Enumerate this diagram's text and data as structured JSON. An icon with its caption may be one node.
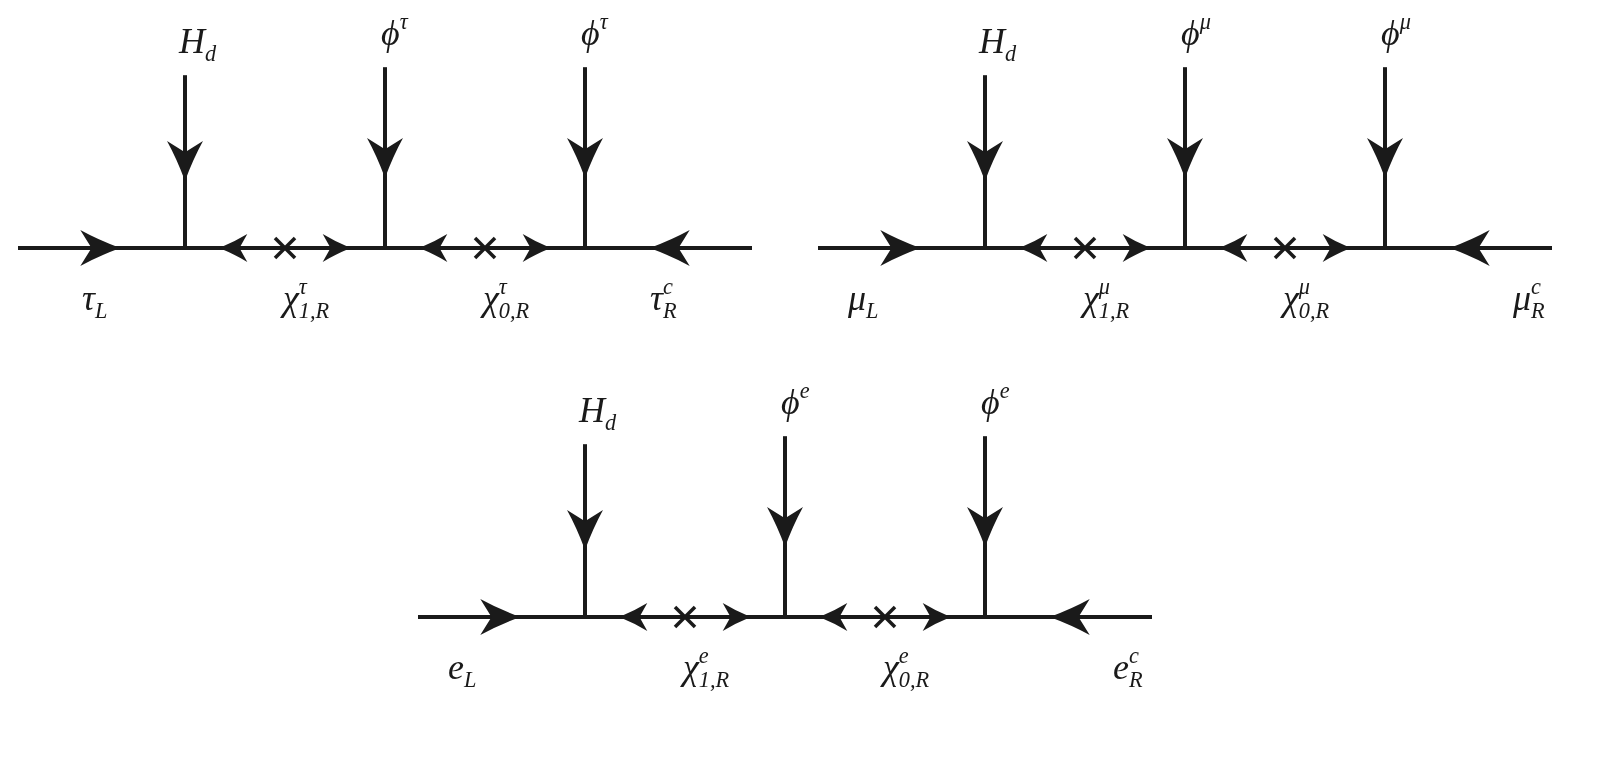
{
  "diagram": {
    "nodes": [
      {
        "text": [
          "H$_{d}$"
        ]
      },
      {
        "text": [
          "ϕ$^{τ}$"
        ]
      },
      {
        "text": [
          "ϕ$^{τ}$"
        ]
      },
      {
        "text": [],
        "shape": "point"
      },
      {
        "text": [],
        "shape": "cross",
        "beside": [
          "χ$^{τ}$$_{1,R}$"
        ]
      },
      {
        "text": [],
        "shape": "point"
      },
      {
        "text": [],
        "shape": "cross",
        "beside": [
          "χ$^{τ}$$_{0,R}$"
        ]
      },
      {
        "text": [],
        "shape": "point"
      },
      {
        "text": [
          "H$_{d}$"
        ]
      },
      {
        "text": [
          "ϕ$^{μ}$"
        ]
      },
      {
        "text": [
          "ϕ$^{μ}$"
        ]
      },
      {
        "text": [],
        "shape": "point"
      },
      {
        "text": [],
        "shape": "cross",
        "beside": [
          "χ$^{μ}$$_{1,R}$"
        ]
      },
      {
        "text": [],
        "shape": "point"
      },
      {
        "text": [],
        "shape": "cross",
        "beside": [
          "χ$^{μ}$$_{0,R}$"
        ]
      },
      {
        "text": [],
        "shape": "point"
      },
      {
        "text": [
          "H$_{d}$"
        ]
      },
      {
        "text": [
          "ϕ$^{e}$"
        ]
      },
      {
        "text": [
          "ϕ$^{e}$"
        ]
      },
      {
        "text": [],
        "shape": "point"
      },
      {
        "text": [],
        "shape": "cross",
        "beside": [
          "χ$^{e}$$_{1,R}$"
        ]
      },
      {
        "text": [],
        "shape": "point"
      },
      {
        "text": [],
        "shape": "cross",
        "beside": [
          "χ$^{e}$$_{0,R}$"
        ]
      },
      {
        "text": [],
        "shape": "point"
      }
    ],
    "edges": [
      {
        "from": null,
        "to": 3,
        "arrow": "to",
        "label": "τ$_{L}$"
      },
      {
        "from": 0,
        "to": 3,
        "arrow": "to"
      },
      {
        "from": 4,
        "to": 3,
        "arrow": "to"
      },
      {
        "from": 4,
        "to": 5,
        "arrow": "to"
      },
      {
        "from": 1,
        "to": 5,
        "arrow": "to"
      },
      {
        "from": 6,
        "to": 5,
        "arrow": "to"
      },
      {
        "from": 6,
        "to": 7,
        "arrow": "to"
      },
      {
        "from": 2,
        "to": 7,
        "arrow": "to"
      },
      {
        "from": null,
        "to": 7,
        "arrow": "to",
        "label": "τ$_{R}$$^{c}$"
      },
      {
        "from": null,
        "to": 11,
        "arrow": "to",
        "label": "μ$_{L}$"
      },
      {
        "from": 8,
        "to": 11,
        "arrow": "to"
      },
      {
        "from": 12,
        "to": 11,
        "arrow": "to"
      },
      {
        "from": 12,
        "to": 13,
        "arrow": "to"
      },
      {
        "from": 9,
        "to": 13,
        "arrow": "to"
      },
      {
        "from": 14,
        "to": 13,
        "arrow": "to"
      },
      {
        "from": 14,
        "to": 15,
        "arrow": "to"
      },
      {
        "from": 10,
        "to": 15,
        "arrow": "to"
      },
      {
        "from": null,
        "to": 15,
        "arrow": "to",
        "label": "μ$_{R}$$^{c}$"
      },
      {
        "from": null,
        "to": 19,
        "arrow": "to",
        "label": "e$_{L}$"
      },
      {
        "from": 16,
        "to": 19,
        "arrow": "to"
      },
      {
        "from": 20,
        "to": 19,
        "arrow": "to"
      },
      {
        "from": 20,
        "to": 21,
        "arrow": "to"
      },
      {
        "from": 17,
        "to": 21,
        "arrow": "to"
      },
      {
        "from": 22,
        "to": 21,
        "arrow": "to"
      },
      {
        "from": 22,
        "to": 23,
        "arrow": "to"
      },
      {
        "from": 18,
        "to": 23,
        "arrow": "to"
      },
      {
        "from": null,
        "to": 23,
        "arrow": "to",
        "label": "e$_{R}$$^{c}$"
      }
    ]
  }
}
